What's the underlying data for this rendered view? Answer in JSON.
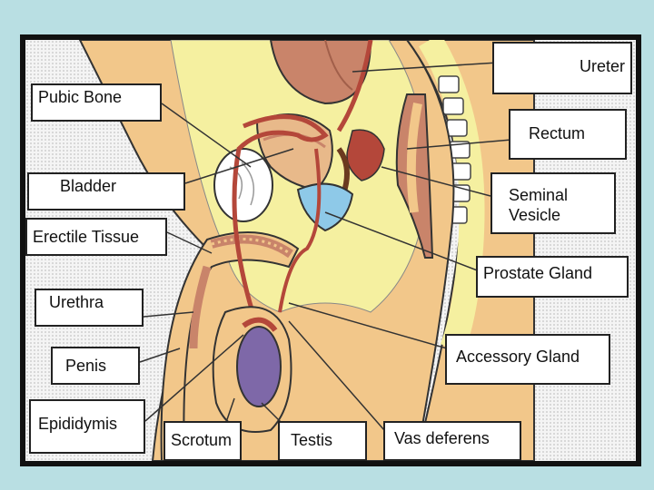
{
  "labels": {
    "ureter": "Ureter",
    "pubic_bone": "Pubic Bone",
    "rectum": "Rectum",
    "bladder": "Bladder",
    "seminal_vesicle_line1": "Seminal",
    "seminal_vesicle_line2": "Vesicle",
    "erectile_tissue": "Erectile Tissue",
    "prostate_gland": "Prostate Gland",
    "urethra": "Urethra",
    "accessory_gland": "Accessory Gland",
    "penis": "Penis",
    "epididymis": "Epididymis",
    "scrotum": "Scrotum",
    "testis": "Testis",
    "vas_deferens": "Vas deferens"
  },
  "colors": {
    "background": "#b9dfe3",
    "skin": "#f2c78a",
    "fat": "#f5f0a0",
    "muscle": "#c9846a",
    "vessel": "#b4473a",
    "bladder": "#e8b98a",
    "prostate": "#8ec9e8",
    "testis": "#7e68a8",
    "vertebra": "#ffffff"
  }
}
